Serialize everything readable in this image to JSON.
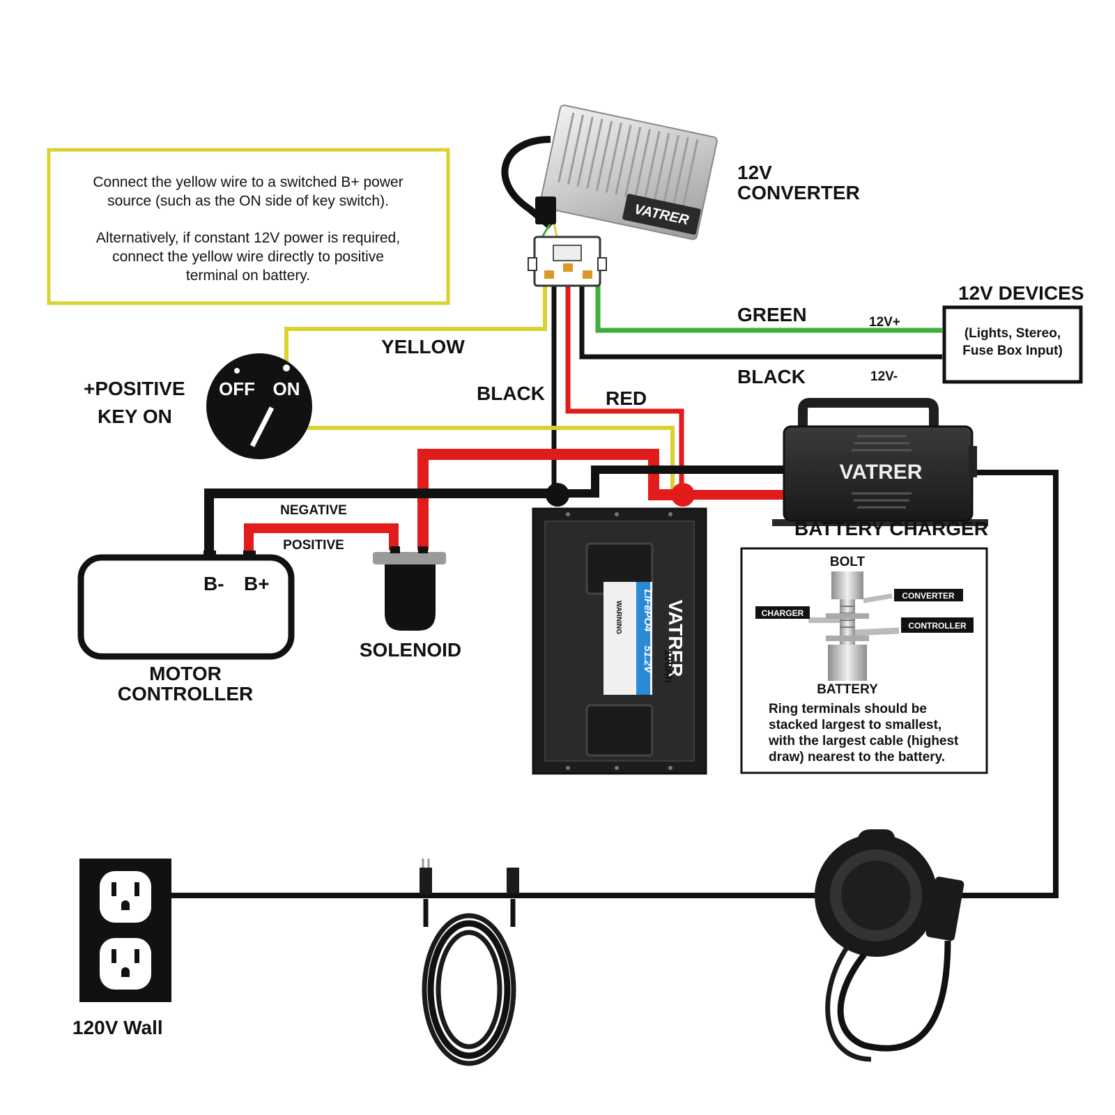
{
  "note": {
    "lines": [
      "Connect the yellow wire to a switched B+ power",
      "source (such as the ON side of key switch).",
      "",
      "Alternatively, if constant 12V power is required,",
      "connect the yellow wire directly to positive",
      "terminal on battery."
    ],
    "border_color": "#d9d230"
  },
  "converter": {
    "label_line1": "12V",
    "label_line2": "CONVERTER",
    "brand": "VATRER"
  },
  "devices": {
    "title": "12V DEVICES",
    "line1": "(Lights, Stereo,",
    "line2": "Fuse Box Input)"
  },
  "wires": {
    "green": "GREEN",
    "black_top": "BLACK",
    "yellow": "YELLOW",
    "black_mid": "BLACK",
    "red": "RED",
    "v_plus": "12V+",
    "v_minus": "12V-",
    "negative": "NEGATIVE",
    "positive": "POSITIVE"
  },
  "key_switch": {
    "positive": "+POSITIVE",
    "key_on": "KEY ON",
    "off": "OFF",
    "on": "ON"
  },
  "charger": {
    "brand": "VATRER",
    "label": "BATTERY CHARGER"
  },
  "battery": {
    "brand": "VATRER",
    "chem": "LiFePO4",
    "voltage": "51.2V",
    "capacity": "100Ah",
    "warning": "WARNING"
  },
  "motor_controller": {
    "b_minus": "B-",
    "b_plus": "B+",
    "line1": "MOTOR",
    "line2": "CONTROLLER"
  },
  "solenoid": {
    "label": "SOLENOID"
  },
  "bolt_box": {
    "bolt": "BOLT",
    "converter": "CONVERTER",
    "charger": "CHARGER",
    "controller": "CONTROLLER",
    "battery": "BATTERY",
    "desc": [
      "Ring terminals should be",
      "stacked largest to smallest,",
      "with the largest cable (highest",
      "draw) nearest to the battery."
    ]
  },
  "wall": {
    "label": "120V Wall"
  },
  "colors": {
    "yellow": "#d9d230",
    "red": "#e21b1b",
    "green": "#3fae3a",
    "black": "#111111",
    "label_red": "#d42a2a",
    "label_green": "#3fae3a",
    "label_yellow": "#d4c72a"
  }
}
